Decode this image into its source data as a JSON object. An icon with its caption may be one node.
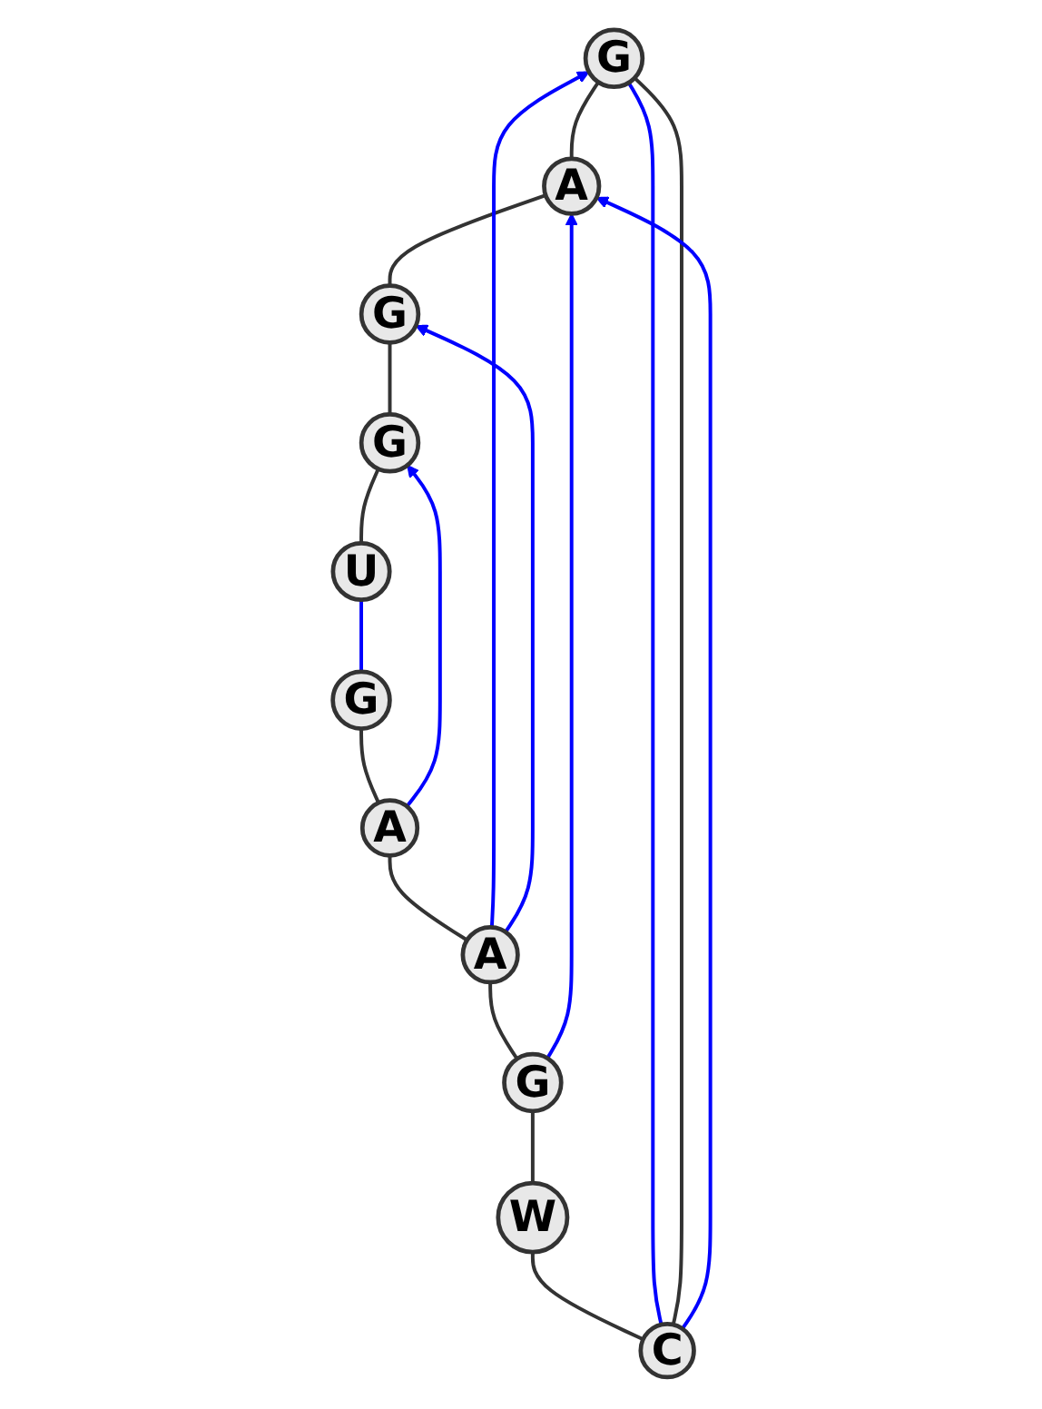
{
  "diagram": {
    "nodes": [
      {
        "text": [
          "G"
        ]
      },
      {
        "text": [
          "C"
        ]
      },
      {
        "text": [
          "A"
        ]
      },
      {
        "text": [
          "W"
        ]
      },
      {
        "text": [
          "G"
        ]
      },
      {
        "text": [
          "G"
        ]
      },
      {
        "text": [
          "A"
        ]
      },
      {
        "text": [
          "G"
        ]
      },
      {
        "text": [
          "A"
        ]
      },
      {
        "text": [
          "U"
        ]
      },
      {
        "text": [
          "G"
        ]
      }
    ],
    "edges": [
      {
        "from": 0,
        "to": 2,
        "arrow": "none"
      },
      {
        "from": 2,
        "to": 4,
        "arrow": "none"
      },
      {
        "from": 4,
        "to": 7,
        "arrow": "none"
      },
      {
        "from": 7,
        "to": 9,
        "arrow": "none"
      },
      {
        "from": 10,
        "to": 8,
        "arrow": "none"
      },
      {
        "from": 8,
        "to": 6,
        "arrow": "none"
      },
      {
        "from": 6,
        "to": 5,
        "arrow": "none"
      },
      {
        "from": 5,
        "to": 3,
        "arrow": "none"
      },
      {
        "from": 3,
        "to": 1,
        "arrow": "none"
      },
      {
        "from": 1,
        "to": 0,
        "arrow": "none"
      },
      {
        "from": 0,
        "to": 1,
        "arrow": "none",
        "color": "#0000ff"
      },
      {
        "from": 1,
        "to": 2,
        "arrow": "to",
        "color": "#0000ff"
      },
      {
        "from": 6,
        "to": 0,
        "arrow": "to",
        "color": "#0000ff"
      },
      {
        "from": 5,
        "to": 2,
        "arrow": "to",
        "color": "#0000ff"
      },
      {
        "from": 6,
        "to": 4,
        "arrow": "to",
        "color": "#0000ff"
      },
      {
        "from": 8,
        "to": 7,
        "arrow": "to",
        "color": "#0000ff"
      },
      {
        "from": 9,
        "to": 10,
        "arrow": "none",
        "color": "#0000ff"
      }
    ]
  }
}
